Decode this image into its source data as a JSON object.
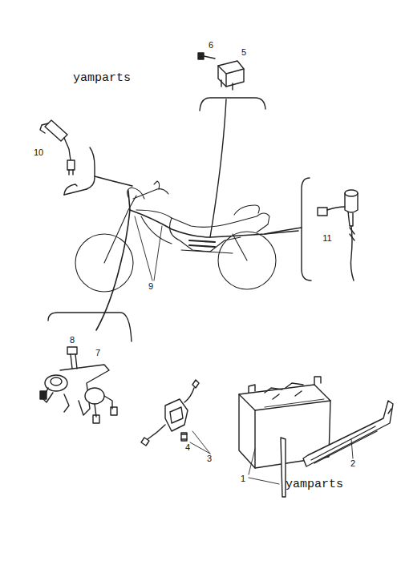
{
  "diagram": {
    "labels": [
      "yamparts",
      "6",
      "5",
      "10",
      "11",
      "9",
      "8",
      "7",
      "4",
      "3",
      "2",
      "1",
      "yamparts"
    ]
  }
}
